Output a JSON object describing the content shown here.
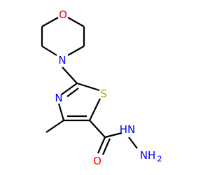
{
  "atoms": {
    "morpholine_oxygen": "O",
    "morpholine_nitrogen": "N",
    "thiazole_nitrogen": "N",
    "thiazole_sulfur": "S",
    "carbonyl_oxygen": "O",
    "hydrazide_nh": "HN",
    "hydrazide_nh2": "NH",
    "nh2_subscript": "2"
  },
  "colors": {
    "bond": "#000000",
    "oxygen": "#ff0000",
    "nitrogen": "#0000ff",
    "sulfur": "#b8a400",
    "background": "#ffffff"
  }
}
